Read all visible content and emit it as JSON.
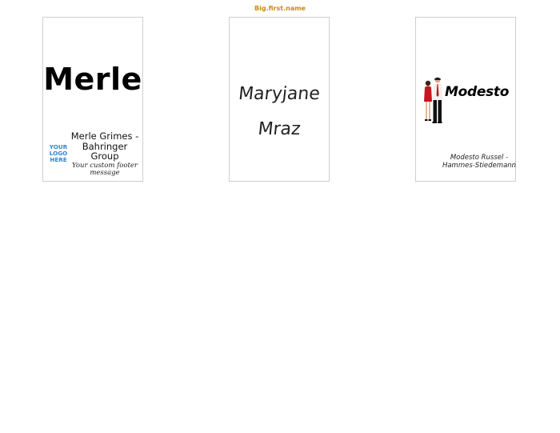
{
  "header": {
    "title": "Big.first.name"
  },
  "cards": [
    {
      "big_name": "Merle",
      "logo_text": [
        "YOUR",
        "LOGO",
        "HERE"
      ],
      "full_name": "Merle Grimes - Bahringer Group",
      "footer": "Your custom footer message"
    },
    {
      "first": "Maryjane",
      "last": "Mraz"
    },
    {
      "big_name": "Modesto",
      "full_name": "Modesto Russel - Hammes-Stiedemann"
    }
  ],
  "colors": {
    "title": "#c98a14",
    "logo_blue": "#2f86d6",
    "dress_red": "#c8141e"
  }
}
